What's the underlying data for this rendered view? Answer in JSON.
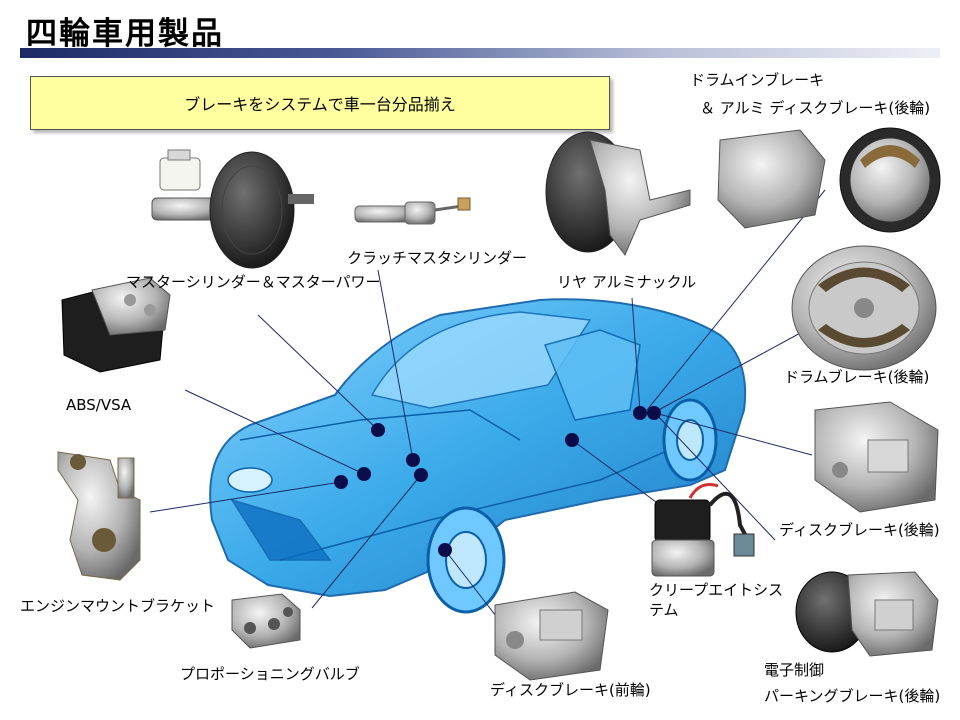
{
  "page": {
    "title": "四輪車用製品",
    "banner": "ブレーキをシステムで車一台分品揃え"
  },
  "labels": {
    "master": "マスターシリンダー＆マスターパワー",
    "clutch": "クラッチマスタシリンダー",
    "knuckle": "リヤ アルミナックル",
    "drum_disc_line1": "ドラムインブレーキ",
    "drum_disc_line2": "＆ アルミ ディスクブレーキ(後輪)",
    "abs": "ABS/VSA",
    "drum": "ドラムブレーキ(後輪)",
    "engine": "エンジンマウントブラケット",
    "disc_rear": "ディスクブレーキ(後輪)",
    "creep": "クリープエイトシステム",
    "proport": "プロポーショニングバルブ",
    "disc_front": "ディスクブレーキ(前輪)",
    "epb_line1": "電子制御",
    "epb_line2": "パーキングブレーキ(後輪)"
  },
  "colors": {
    "car": "#1e9be0",
    "marker": "#0a0d4a",
    "leader": "#1c2a66",
    "banner_bg": "#ffff9f"
  }
}
